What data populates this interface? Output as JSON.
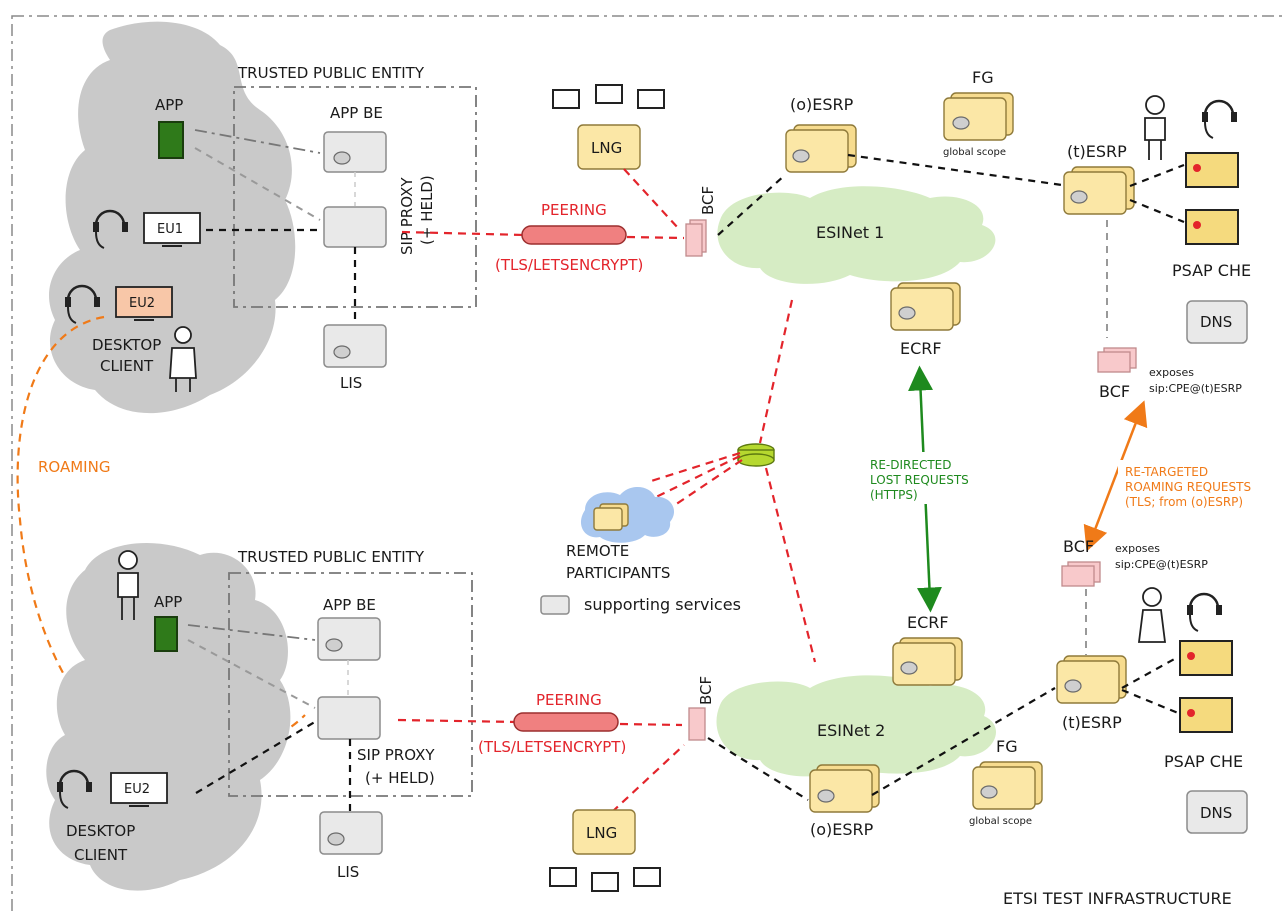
{
  "title": "ETSI TEST INFRASTRUCTURE",
  "top": {
    "trusted_entity": "TRUSTED PUBLIC ENTITY",
    "app": "APP",
    "app_be": "APP BE",
    "sip_proxy_line1": "SIP PROXY",
    "sip_proxy_line2": "(+ HELD)",
    "eu1": "EU1",
    "eu2": "EU2",
    "desktop_client_line1": "DESKTOP",
    "desktop_client_line2": "CLIENT",
    "lis": "LIS",
    "lng": "LNG",
    "peering": "PEERING",
    "peering_sub": "(TLS/LETSENCRYPT)",
    "bcf": "BCF",
    "esinet": "ESINet 1",
    "o_esrp": "(o)ESRP",
    "fg": "FG",
    "global_scope": "global scope",
    "t_esrp": "(t)ESRP",
    "psap_che": "PSAP CHE",
    "dns": "DNS",
    "ecrf": "ECRF",
    "bcf_right": "BCF",
    "exposes": "exposes",
    "exposes_uri": "sip:CPE@(t)ESRP"
  },
  "middle": {
    "roaming": "ROAMING",
    "remote_line1": "REMOTE",
    "remote_line2": "PARTICIPANTS",
    "redirected_1": "RE-DIRECTED",
    "redirected_2": "LOST REQUESTS",
    "redirected_3": "(HTTPS)",
    "retargeted_1": "RE-TARGETED",
    "retargeted_2": "ROAMING REQUESTS",
    "retargeted_3": "(TLS; from (o)ESRP)",
    "legend_supporting": "supporting services"
  },
  "bottom": {
    "trusted_entity": "TRUSTED PUBLIC ENTITY",
    "app": "APP",
    "app_be": "APP BE",
    "sip_proxy_line1": "SIP PROXY",
    "sip_proxy_line2": "(+ HELD)",
    "eu2": "EU2",
    "desktop_client_line1": "DESKTOP",
    "desktop_client_line2": "CLIENT",
    "lis": "LIS",
    "lng": "LNG",
    "peering": "PEERING",
    "peering_sub": "(TLS/LETSENCRYPT)",
    "bcf": "BCF",
    "esinet": "ESINet 2",
    "o_esrp": "(o)ESRP",
    "fg": "FG",
    "global_scope": "global scope",
    "t_esrp": "(t)ESRP",
    "psap_che": "PSAP CHE",
    "dns": "DNS",
    "ecrf": "ECRF",
    "bcf_right": "BCF",
    "exposes": "exposes",
    "exposes_uri": "sip:CPE@(t)ESRP"
  },
  "colors": {
    "red": "#e3242b",
    "green": "#1e8a1e",
    "orange": "#f07a18",
    "grey_cloud": "#c9c9c9",
    "esinet_cloud": "#d6ecc4"
  }
}
